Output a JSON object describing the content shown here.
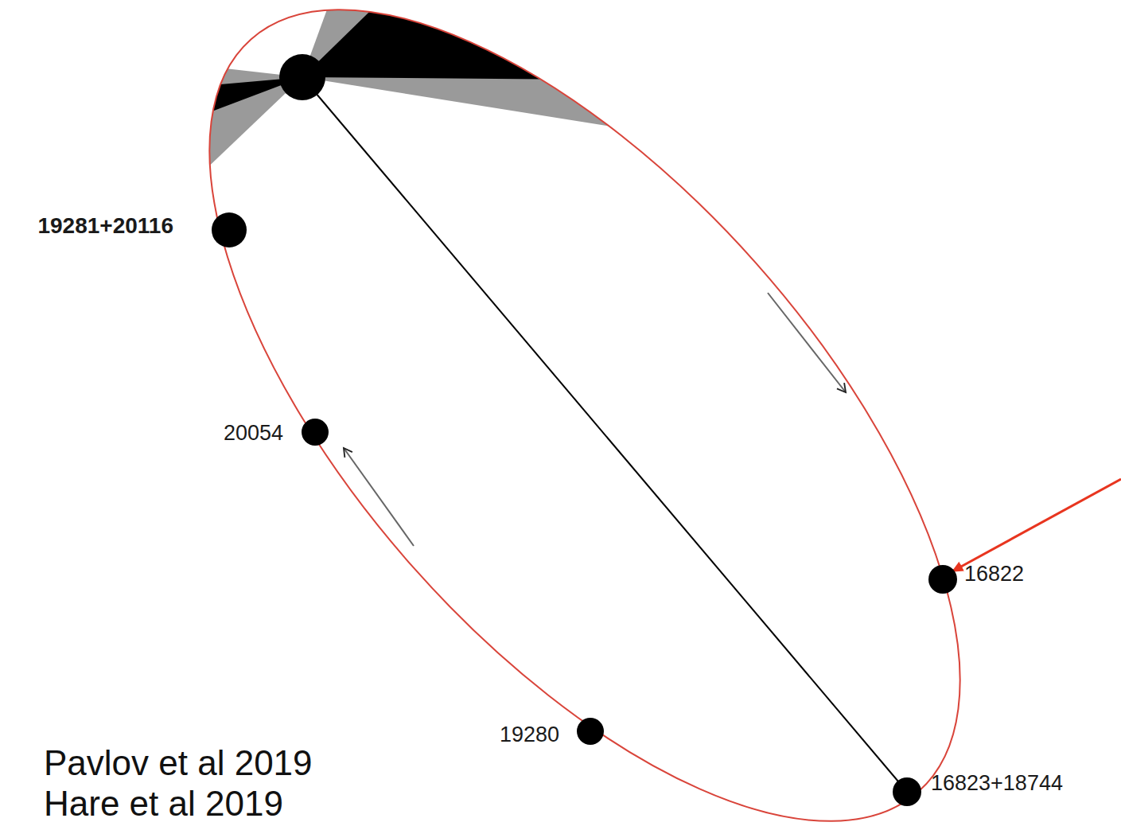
{
  "diagram": {
    "nodes": [
      {
        "text": [
          "19281+20116"
        ]
      },
      {
        "text": [
          "20054"
        ]
      },
      {
        "text": [
          "16822"
        ]
      },
      {
        "text": [
          "19280"
        ]
      },
      {
        "text": [
          "16823+18744"
        ]
      }
    ],
    "edges": [],
    "labels": [
      "Pavlov et al 2019",
      "Hare et al 2019"
    ]
  }
}
